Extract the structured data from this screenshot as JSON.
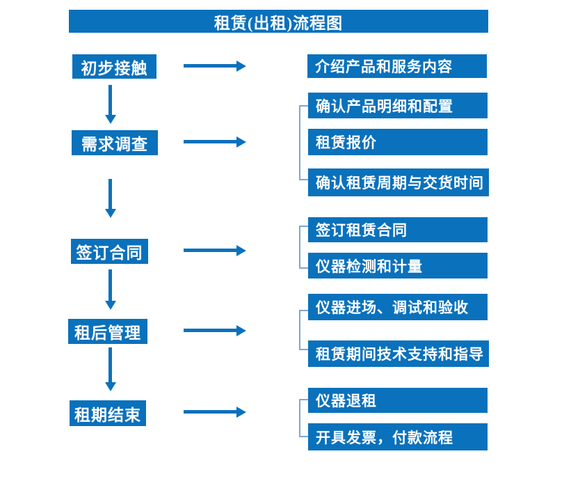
{
  "title": "租赁(出租)流程图",
  "colors": {
    "primary_blue": "#0a71bc",
    "bracket_blue": "#7ea6d4",
    "text_white": "#ffffff",
    "background": "#ffffff"
  },
  "steps": [
    {
      "label": "初步接触",
      "outputs": [
        "介绍产品和服务内容"
      ]
    },
    {
      "label": "需求调查",
      "outputs": [
        "确认产品明细和配置",
        "租赁报价",
        "确认租赁周期与交货时间"
      ]
    },
    {
      "label": "签订合同",
      "outputs": [
        "签订租赁合同",
        "仪器检测和计量"
      ]
    },
    {
      "label": "租后管理",
      "outputs": [
        "仪器进场、调试和验收",
        "租赁期间技术支持和指导"
      ]
    },
    {
      "label": "租期结束",
      "outputs": [
        "仪器退租",
        "开具发票，付款流程"
      ]
    }
  ]
}
